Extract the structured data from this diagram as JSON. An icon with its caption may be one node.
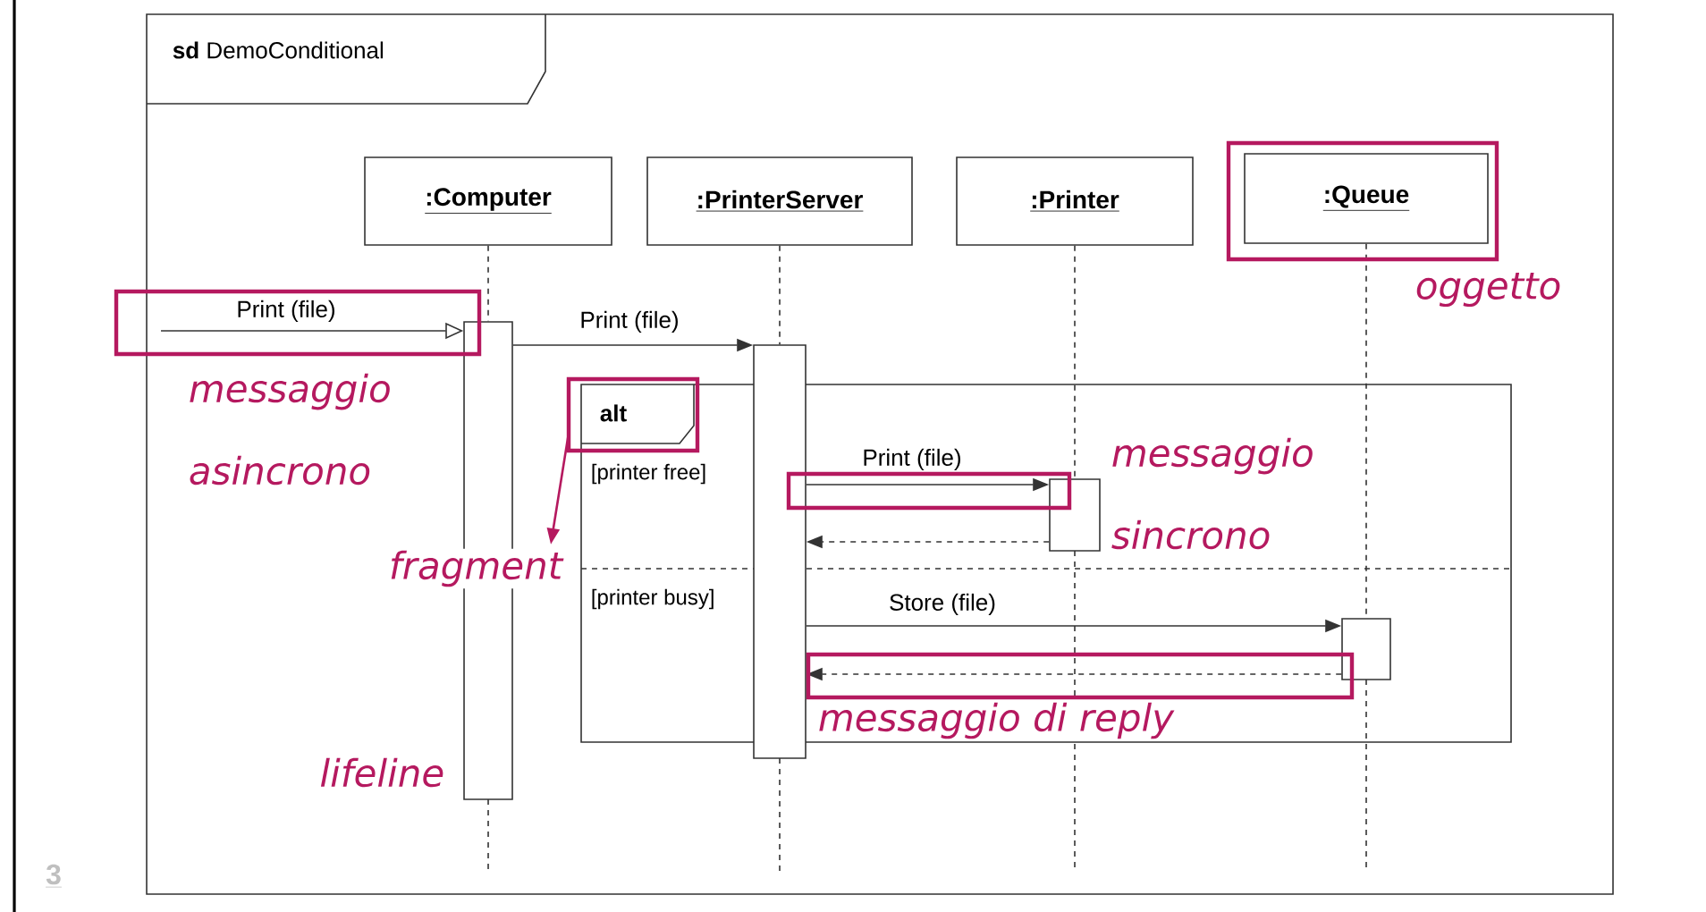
{
  "diagram": {
    "nodes": [
      {
        "text": [
          "**sd** DemoConditional"
        ]
      },
      {
        "text": [
          ":Computer"
        ],
        "in": 0
      },
      {
        "text": [
          ":PrinterServer"
        ],
        "in": 0
      },
      {
        "text": [
          ":Printer"
        ],
        "in": 0
      },
      {
        "text": [
          ":Queue"
        ],
        "in": 0
      },
      {
        "text": [],
        "shape": "bar",
        "in": 0
      },
      {
        "text": [],
        "shape": "bar",
        "in": 0
      },
      {
        "text": [],
        "shape": "bar",
        "in": 9
      },
      {
        "text": [],
        "shape": "bar",
        "in": 9
      },
      {
        "text": [
          "alt",
          "[printer free]",
          "[printer busy]"
        ],
        "in": 0
      },
      {
        "text": [
          "fragment"
        ],
        "in": 0
      }
    ],
    "edges": [
      {
        "from": 1,
        "to": 5,
        "arrow": "none",
        "style": "dashed"
      },
      {
        "from": 2,
        "to": 6,
        "arrow": "none",
        "style": "dashed"
      },
      {
        "from": 3,
        "to": 7,
        "arrow": "none",
        "style": "dashed"
      },
      {
        "from": 4,
        "to": 8,
        "arrow": "none",
        "style": "dashed"
      },
      {
        "from": null,
        "to": 5,
        "arrow": "to",
        "label": "Print (file)"
      },
      {
        "from": 5,
        "to": 6,
        "arrow": "to",
        "label": "Print (file)"
      },
      {
        "from": 6,
        "to": 7,
        "arrow": "to",
        "label": "Print (file)"
      },
      {
        "from": 7,
        "to": 6,
        "arrow": "to",
        "style": "dashed"
      },
      {
        "from": 6,
        "to": 8,
        "arrow": "to",
        "label": "Store (file)"
      },
      {
        "from": 8,
        "to": 6,
        "arrow": "to",
        "style": "dashed"
      },
      {
        "from": 9,
        "to": 10,
        "arrow": "to",
        "color": "#b5195f"
      }
    ],
    "labels": [
      "oggetto",
      "messaggio asincrono",
      "messaggio sincrono",
      "messaggio di reply",
      "lifeline",
      "3"
    ]
  }
}
